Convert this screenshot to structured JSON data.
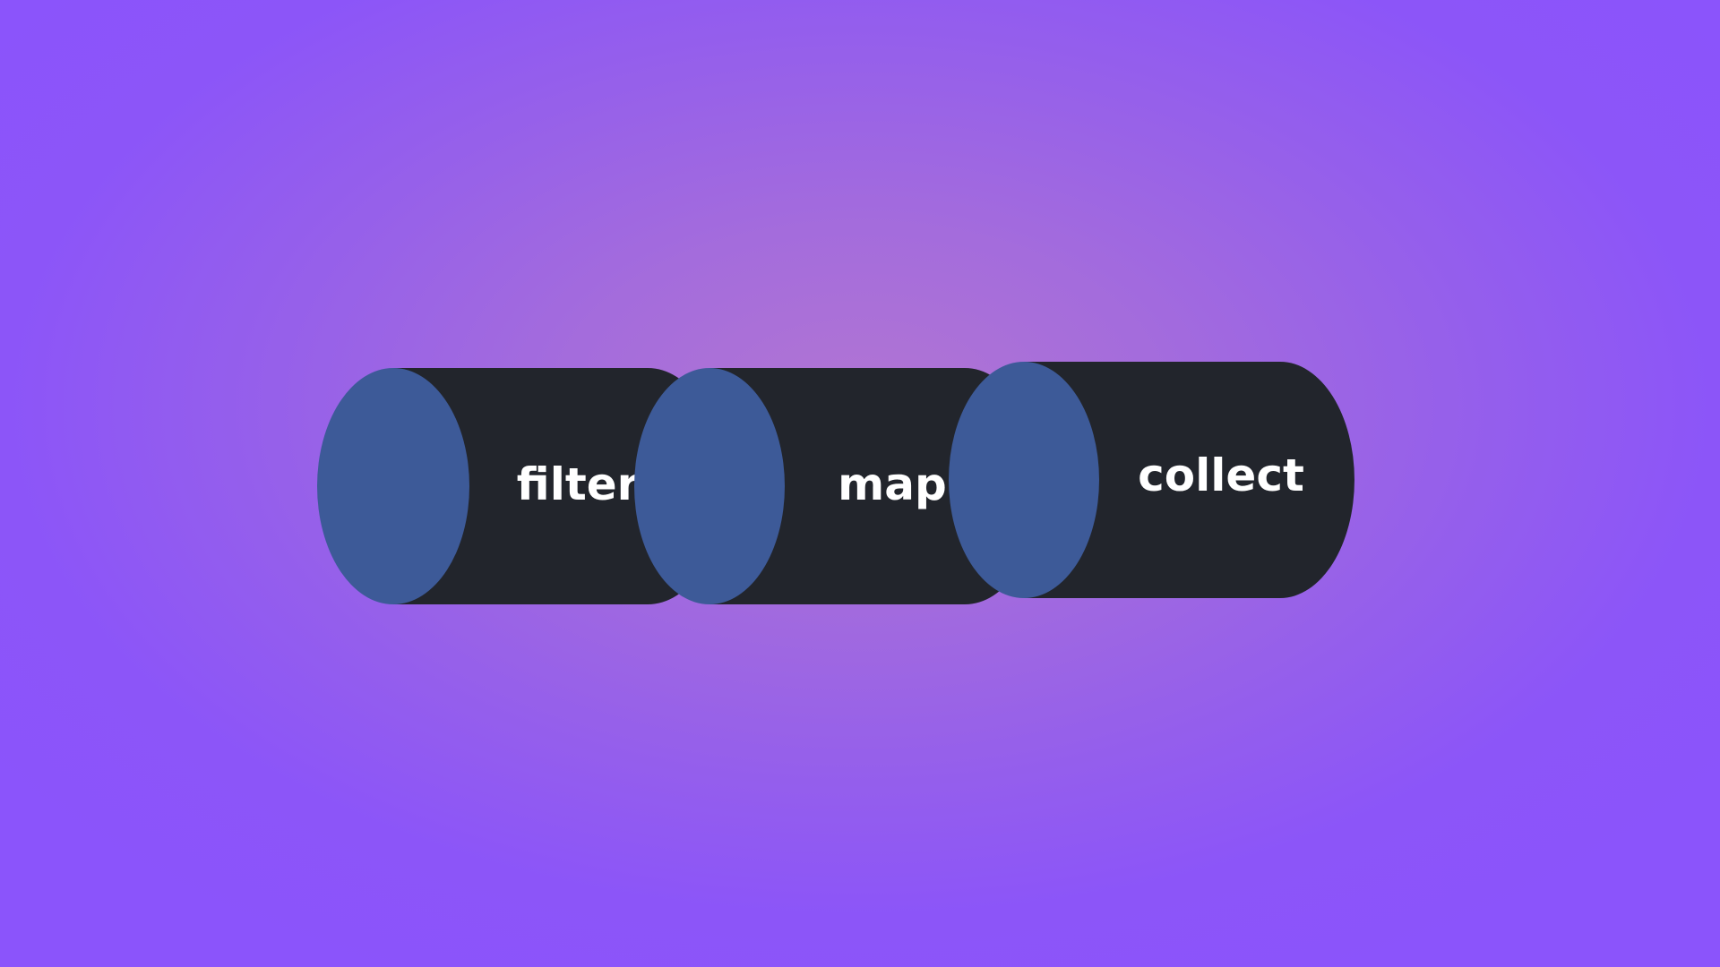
{
  "diagram": {
    "stages": [
      {
        "label": "filter"
      },
      {
        "label": "map"
      },
      {
        "label": "collect"
      }
    ]
  },
  "colors": {
    "body": "#22252c",
    "face": "#3d5a98",
    "label": "#ffffff",
    "background_center": "#b175d3",
    "background_edge": "#8b54fb"
  }
}
